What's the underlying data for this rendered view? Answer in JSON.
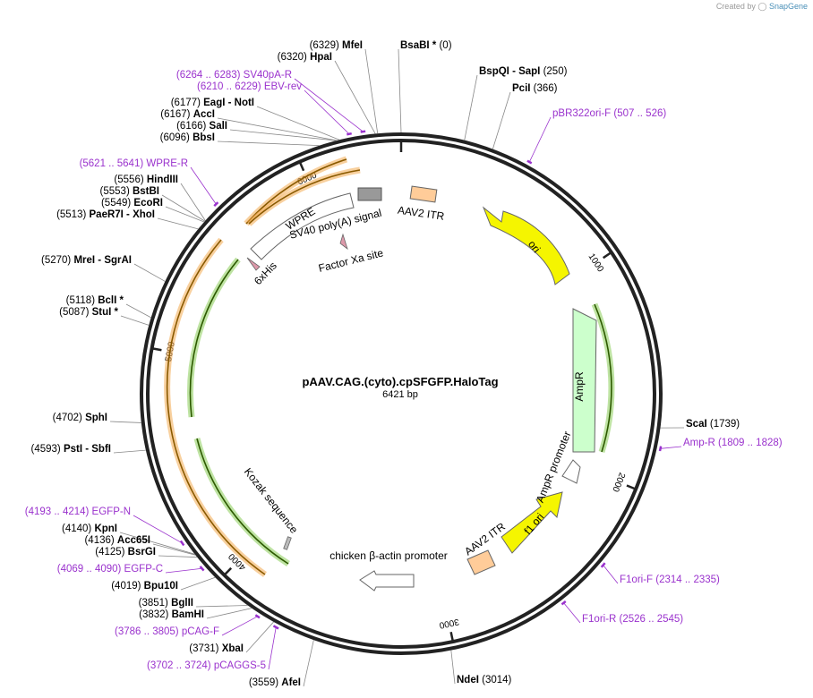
{
  "credit": {
    "text": "Created by",
    "brand": "SnapGene"
  },
  "map": {
    "name": "pAAV.CAG.(cyto).cpSFGFP.HaloTag",
    "size_text": "6421 bp",
    "length": 6421,
    "tick_labels": [
      "1000",
      "2000",
      "3000",
      "4000",
      "5000",
      "6000"
    ]
  },
  "colors": {
    "backbone": "#222222",
    "primer": "#9a32cd",
    "ori": "#f5f500",
    "ampr": "#ccffcc",
    "itr": "#ffcc99",
    "promoter": "#ffffff",
    "orange_track": "#f2a94f",
    "green_track": "#88cc55"
  },
  "sites": [
    {
      "pos": "(0)",
      "name": "BsaBI *"
    },
    {
      "pos": "(250)",
      "name": "BspQI",
      "alt": "SapI"
    },
    {
      "pos": "(366)",
      "name": "PciI"
    },
    {
      "pos": "(1739)",
      "name": "ScaI"
    },
    {
      "pos": "(3014)",
      "name": "NdeI"
    },
    {
      "pos": "(3559)",
      "name": "AfeI"
    },
    {
      "pos": "(3731)",
      "name": "XbaI"
    },
    {
      "pos": "(3832)",
      "name": "BamHI"
    },
    {
      "pos": "(3851)",
      "name": "BglII"
    },
    {
      "pos": "(4019)",
      "name": "Bpu10I"
    },
    {
      "pos": "(4125)",
      "name": "BsrGI"
    },
    {
      "pos": "(4136)",
      "name": "Acc65I"
    },
    {
      "pos": "(4140)",
      "name": "KpnI"
    },
    {
      "pos": "(4593)",
      "name": "PstI",
      "alt": "SbfI"
    },
    {
      "pos": "(4702)",
      "name": "SphI"
    },
    {
      "pos": "(5087)",
      "name": "StuI *"
    },
    {
      "pos": "(5118)",
      "name": "BclI *"
    },
    {
      "pos": "(5270)",
      "name": "MreI",
      "alt": "SgrAI"
    },
    {
      "pos": "(5513)",
      "name": "PaeR7I",
      "alt": "XhoI"
    },
    {
      "pos": "(5549)",
      "name": "EcoRI"
    },
    {
      "pos": "(5553)",
      "name": "BstBI"
    },
    {
      "pos": "(5556)",
      "name": "HindIII"
    },
    {
      "pos": "(6096)",
      "name": "BbsI"
    },
    {
      "pos": "(6166)",
      "name": "SalI"
    },
    {
      "pos": "(6167)",
      "name": "AccI"
    },
    {
      "pos": "(6177)",
      "name": "EagI",
      "alt": "NotI"
    },
    {
      "pos": "(6320)",
      "name": "HpaI"
    },
    {
      "pos": "(6329)",
      "name": "MfeI"
    }
  ],
  "primers": [
    {
      "name": "pBR322ori-F",
      "range": "(507 .. 526)"
    },
    {
      "name": "Amp-R",
      "range": "(1809 .. 1828)"
    },
    {
      "name": "F1ori-F",
      "range": "(2314 .. 2335)"
    },
    {
      "name": "F1ori-R",
      "range": "(2526 .. 2545)"
    },
    {
      "name": "pCAGGS-5",
      "range": "(3702 .. 3724)"
    },
    {
      "name": "pCAG-F",
      "range": "(3786 .. 3805)"
    },
    {
      "name": "EGFP-C",
      "range": "(4069 .. 4090)"
    },
    {
      "name": "EGFP-N",
      "range": "(4193 .. 4214)"
    },
    {
      "name": "WPRE-R",
      "range": "(5621 .. 5641)"
    },
    {
      "name": "EBV-rev",
      "range": "(6210 .. 6229)"
    },
    {
      "name": "SV40pA-R",
      "range": "(6264 .. 6283)"
    }
  ],
  "features": {
    "ori": "ori",
    "ampr": "AmpR",
    "ampr_promoter": "AmpR promoter",
    "f1_ori": "f1 ori",
    "itr_bottom": "AAV2 ITR",
    "itr_top": "AAV2 ITR",
    "chicken_actin": "chicken β-actin promoter",
    "kozak": "Kozak sequence",
    "sv40": "SV40 poly(A) signal",
    "wpre": "WPRE",
    "factor_xa": "Factor Xa site",
    "his": "6xHis"
  }
}
